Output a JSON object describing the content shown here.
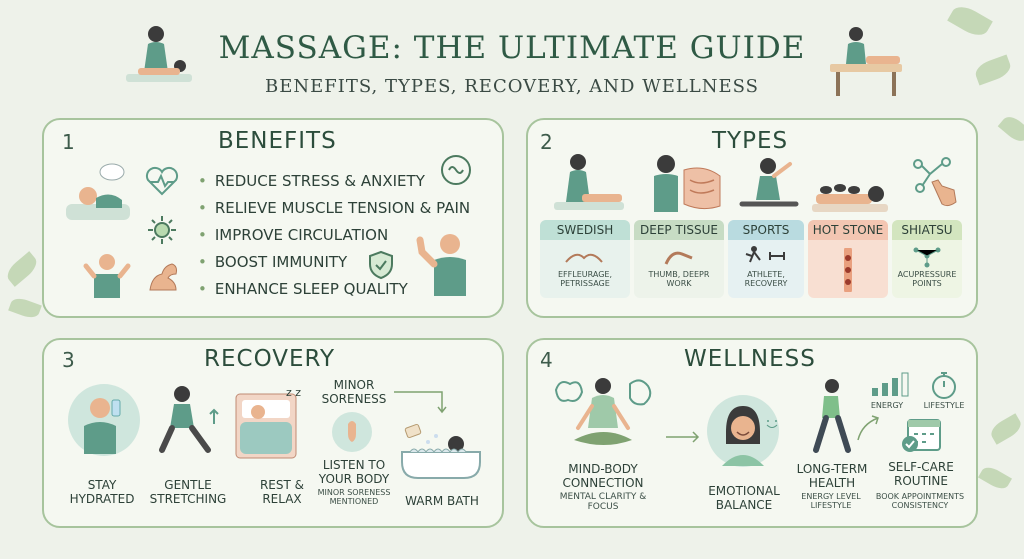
{
  "header": {
    "title": "MASSAGE: THE ULTIMATE GUIDE",
    "subtitle": "BENEFITS, TYPES, RECOVERY, AND WELLNESS"
  },
  "benefits": {
    "number": "1",
    "title": "BENEFITS",
    "items": [
      "REDUCE STRESS & ANXIETY",
      "RELIEVE MUSCLE TENSION & PAIN",
      "IMPROVE CIRCULATION",
      "BOOST IMMUNITY",
      "ENHANCE SLEEP QUALITY"
    ]
  },
  "types": {
    "number": "2",
    "title": "TYPES",
    "items": [
      {
        "name": "SWEDISH",
        "desc": "EFFLEURAGE, PETRISSAGE",
        "color": "#bfe0d6"
      },
      {
        "name": "DEEP TISSUE",
        "desc": "THUMB, DEEPR WORK",
        "color": "#c7dcc4"
      },
      {
        "name": "SPORTS",
        "desc": "ATHLETE, RECOVERY",
        "color": "#b9dbe0"
      },
      {
        "name": "HOT STONE",
        "desc": "",
        "color": "#f3c6b2"
      },
      {
        "name": "SHIATSU",
        "desc": "ACUPRESSURE POINTS",
        "color": "#d3e5bf"
      }
    ]
  },
  "recovery": {
    "number": "3",
    "title": "RECOVERY",
    "hydrate": "STAY HYDRATED",
    "stretch": "GENTLE STRETCHING",
    "rest": "REST & RELAX",
    "soreness": "MINOR SORENESS",
    "listen": "LISTEN TO YOUR BODY",
    "listen_note": "MINOR SORENESS MENTIONED",
    "bath": "WARM BATH"
  },
  "wellness": {
    "number": "4",
    "title": "WELLNESS",
    "mind": "MIND-BODY CONNECTION",
    "mind_note": "MENTAL CLARITY & FOCUS",
    "emotional": "EMOTIONAL BALANCE",
    "longterm": "LONG-TERM HEALTH",
    "longterm_note": "ENERGY LEVEL LIFESTYLE",
    "energy": "ENERGY",
    "lifestyle": "LIFESTYLE",
    "selfcare": "SELF-CARE ROUTINE",
    "selfcare_note": "BOOK APPOINTMENTS CONSISTENCY",
    "zz": "z z"
  },
  "colors": {
    "panel_border": "#a7c49d",
    "accent_green": "#5e9c89",
    "skin": "#e9b48f"
  }
}
